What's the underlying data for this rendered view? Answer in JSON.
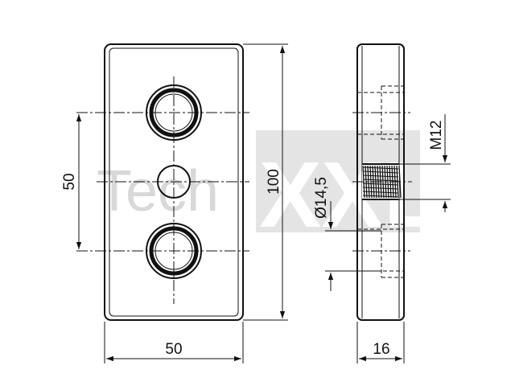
{
  "watermark": {
    "left": "Tech",
    "right": "XXL"
  },
  "dimensions": {
    "front_height_pitch": "50",
    "front_width": "50",
    "overall_height": "100",
    "side_thickness": "16",
    "thread": "M12",
    "counterbore_diameter": "Ø14,5"
  },
  "colors": {
    "line": "#111111",
    "watermark": "#d8d8d8"
  }
}
